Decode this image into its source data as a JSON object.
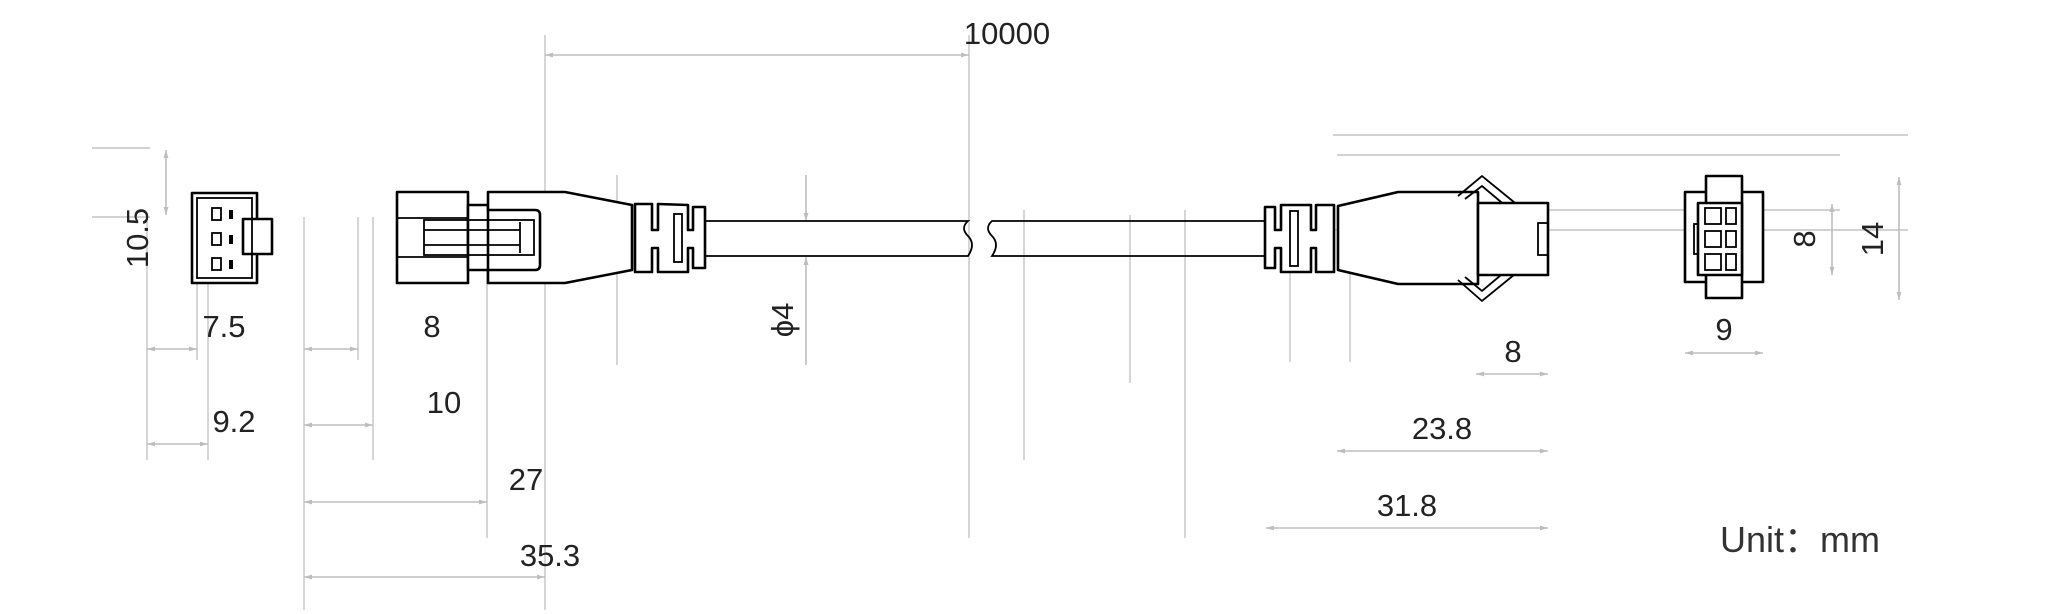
{
  "title": "Cable assembly dimension drawing",
  "dimensions": {
    "cable_length": "10000",
    "left_end_height": "10.5",
    "left_end_width_inner": "7.5",
    "left_end_width_outer": "9.2",
    "left_plug_head": "8",
    "left_plug_neck": "10",
    "left_plug_body": "27",
    "left_plug_total": "35.3",
    "cable_diameter": "ϕ4",
    "right_plug_head": "8",
    "right_plug_body": "23.8",
    "right_plug_total": "31.8",
    "right_end_inner_height": "8",
    "right_end_height": "14",
    "right_end_width": "9"
  },
  "unit_label": "Unit：mm"
}
